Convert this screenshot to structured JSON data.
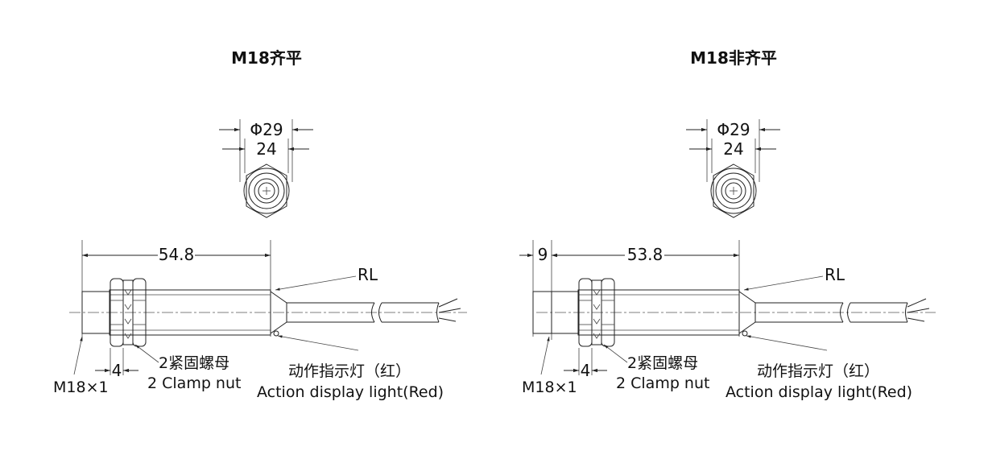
{
  "left": {
    "title": "M18齐平",
    "top_outer_dim": "Φ29",
    "top_inner_dim": "24",
    "length_dim": "54.8",
    "cable_label": "RL",
    "thread_label": "M18×1",
    "nut_width_dim": "4",
    "nut_label_cn": "2紧固螺母",
    "nut_label_en": "2 Clamp nut",
    "led_label_cn": "动作指示灯（红）",
    "led_label_en": "Action display light(Red)"
  },
  "right": {
    "title": "M18非齐平",
    "top_outer_dim": "Φ29",
    "top_inner_dim": "24",
    "protrusion_dim": "9",
    "length_dim": "53.8",
    "cable_label": "RL",
    "thread_label": "M18×1",
    "nut_width_dim": "4",
    "nut_label_cn": "2紧固螺母",
    "nut_label_en": "2 Clamp nut",
    "led_label_cn": "动作指示灯（红）",
    "led_label_en": "Action display light(Red)"
  }
}
